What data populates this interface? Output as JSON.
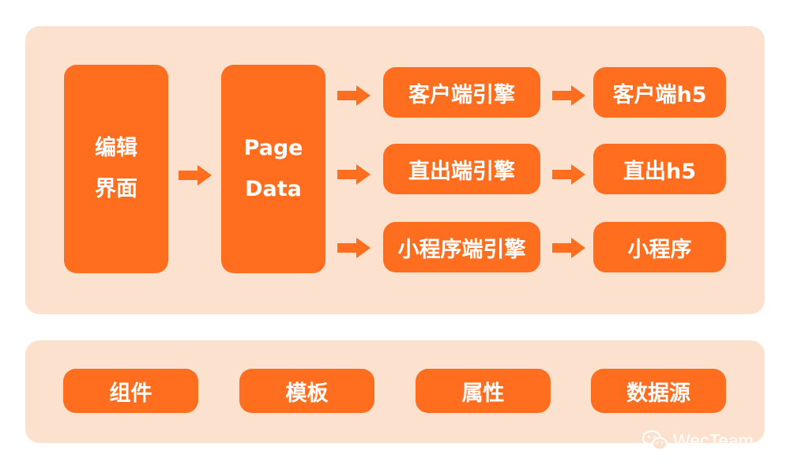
{
  "flow": {
    "editor": {
      "line1": "编辑",
      "line2": "界面"
    },
    "page_data": {
      "line1": "Page",
      "line2": "Data"
    },
    "engines": [
      {
        "engine": "客户端引擎",
        "output": "客户端h5"
      },
      {
        "engine": "直出端引擎",
        "output": "直出h5"
      },
      {
        "engine": "小程序端引擎",
        "output": "小程序"
      }
    ]
  },
  "foundation": {
    "items": [
      "组件",
      "模板",
      "属性",
      "数据源"
    ]
  },
  "watermark": {
    "text": "WecTeam",
    "icon": "wechat-icon"
  },
  "colors": {
    "accent": "#ff6e1f",
    "panel": "#fde1cf",
    "text": "#ffffff"
  }
}
